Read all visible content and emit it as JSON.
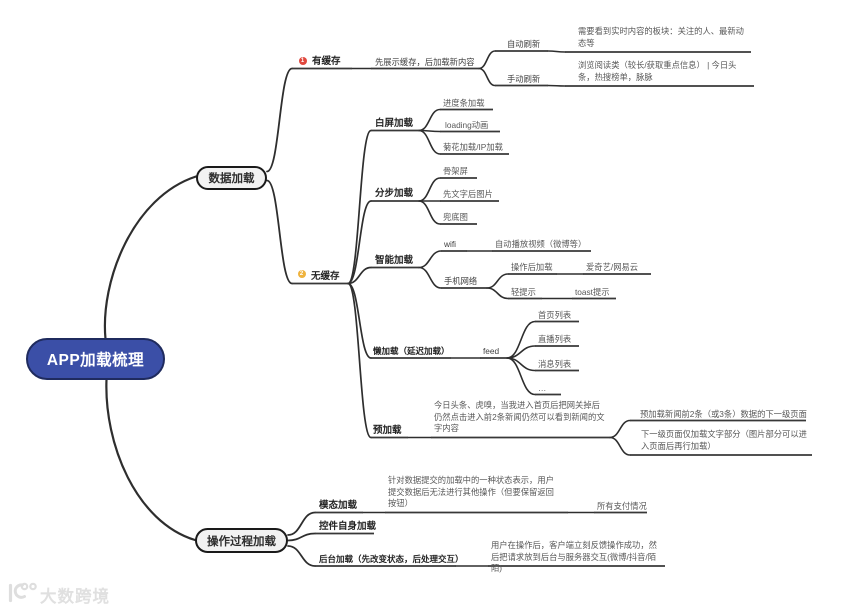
{
  "root": {
    "label": "APP加载梳理"
  },
  "data_loading": {
    "label": "数据加载",
    "cached": {
      "label": "有缓存",
      "icon": "1",
      "strategy": {
        "label": "先展示缓存，后加载新内容",
        "auto_refresh": {
          "label": "自动刷新",
          "note": "需要看到实时内容的板块：关注的人、最新动态等"
        },
        "manual_refresh": {
          "label": "手动刷新",
          "note": "浏览阅读类（较长/获取重点信息） | 今日头条，热搜榜单，脉脉"
        }
      }
    },
    "uncached": {
      "label": "无缓存",
      "icon": "2",
      "blank_screen": {
        "label": "白屏加载",
        "items": [
          "进度条加载",
          "loading动画",
          "菊花加载/IP加载"
        ]
      },
      "stepwise": {
        "label": "分步加载",
        "items": [
          "骨架屏",
          "先文字后图片",
          "兜底图"
        ]
      },
      "smart": {
        "label": "智能加载",
        "wifi": {
          "label": "wifi",
          "note": "自动播放视频（微博等）"
        },
        "cellular": {
          "label": "手机网络",
          "after_action": {
            "label": "操作后加载",
            "example": "爱奇艺/网易云"
          },
          "light_hint": {
            "label": "轻提示",
            "example": "toast提示"
          }
        }
      },
      "lazy": {
        "label": "懒加载（延迟加载）",
        "feed": {
          "label": "feed",
          "items": [
            "首页列表",
            "直播列表",
            "消息列表",
            "…"
          ]
        }
      },
      "preload": {
        "label": "预加载",
        "note": "今日头条、虎嗅，当我进入首页后把网关掉后仍然点击进入前2条新闻仍然可以看到新闻的文字内容",
        "details": [
          "预加载新闻前2条（或3条）数据的下一级页面",
          "下一级页面仅加载文字部分（图片部分可以进入页面后再行加载）"
        ]
      }
    }
  },
  "process_loading": {
    "label": "操作过程加载",
    "modal": {
      "label": "模态加载",
      "note": "针对数据提交的加载中的一种状态表示，用户提交数据后无法进行其他操作（但要保留返回按钮）",
      "example": "所有支付情况"
    },
    "widget": {
      "label": "控件自身加载"
    },
    "background": {
      "label": "后台加载（先改变状态，后处理交互）",
      "note": "用户在操作后，客户端立刻反馈操作成功，然后把请求放到后台与服务器交互(微博/抖音/陌陌)"
    }
  },
  "watermark": {
    "brand": "大数跨境"
  },
  "colors": {
    "root_fill": "#3b4fa7",
    "root_border": "#1f2b5e",
    "node_fill": "#f2f2f2",
    "node_border": "#1a1a1a",
    "line": "#2e2e2e",
    "priority1": "#e0483e",
    "priority2": "#efb33e"
  }
}
